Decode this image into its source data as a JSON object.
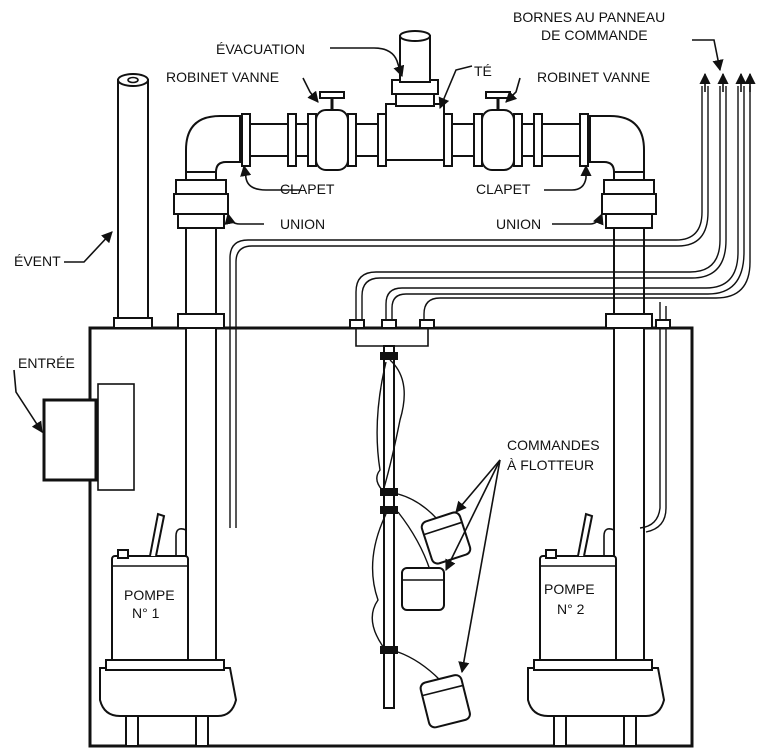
{
  "labels": {
    "evacuation": "ÉVACUATION",
    "robinet_vanne_left": "ROBINET VANNE",
    "robinet_vanne_right": "ROBINET VANNE",
    "te": "TÉ",
    "bornes_line1": "BORNES AU PANNEAU",
    "bornes_line2": "DE COMMANDE",
    "clapet_left": "CLAPET",
    "clapet_right": "CLAPET",
    "union_left": "UNION",
    "union_right": "UNION",
    "event": "ÉVENT",
    "entree": "ENTRÉE",
    "commandes_line1": "COMMANDES",
    "commandes_line2": "À FLOTTEUR",
    "pompe1_line1": "POMPE",
    "pompe1_line2": "N° 1",
    "pompe2_line1": "POMPE",
    "pompe2_line2": "N° 2"
  }
}
